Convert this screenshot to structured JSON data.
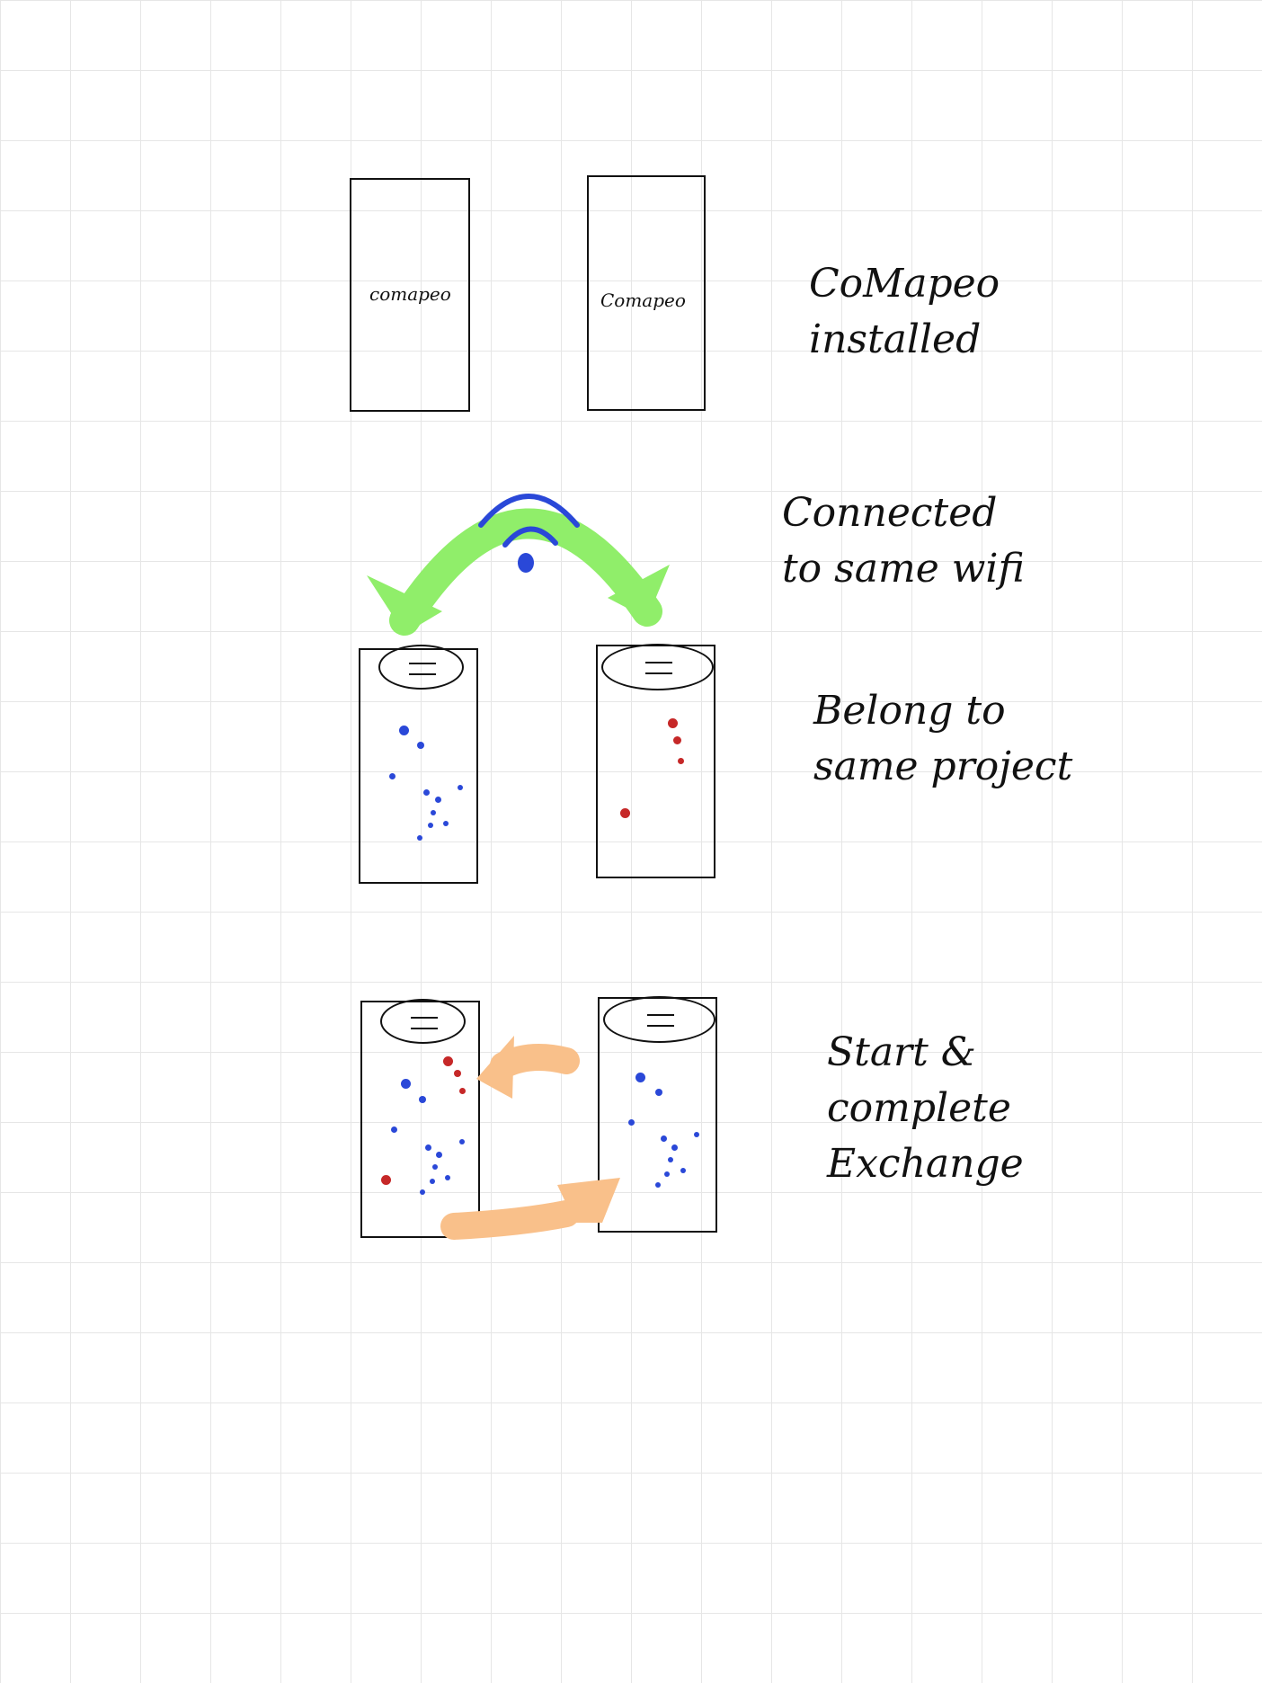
{
  "steps": [
    {
      "caption": "CoMapeo\ninstalled",
      "phone_left_label": "comapeo",
      "phone_right_label": "Comapeo"
    },
    {
      "caption": "Connected\nto same wifi",
      "icon": "wifi-icon",
      "arrow_color": "#90ee6a"
    },
    {
      "caption": "Belong to\nsame project",
      "left_dots_color": "#2a48d8",
      "right_dots_color": "#c62828"
    },
    {
      "caption": "Start &\ncomplete\nExchange",
      "arrow_color": "#f9c08a"
    }
  ]
}
